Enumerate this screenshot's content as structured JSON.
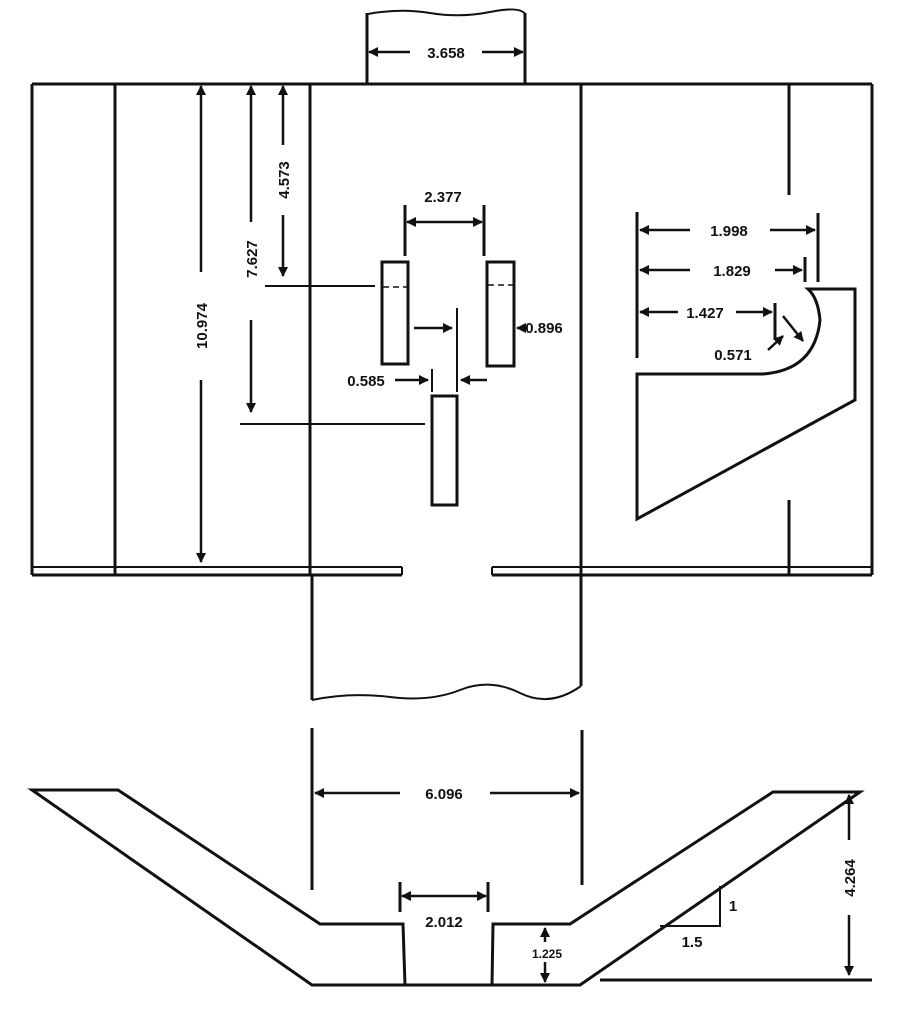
{
  "drawing": {
    "line_color": "#111111",
    "background": "#ffffff",
    "dimensions": {
      "channel_width_top": "3.658",
      "pier_length": "10.974",
      "length_7627": "7.627",
      "length_4573": "4.573",
      "spacing_2377": "2.377",
      "block_width_0896": "0.896",
      "gap_0585": "0.585",
      "length_1998": "1.998",
      "length_1829": "1.829",
      "length_1427": "1.427",
      "radius_0571": "0.571",
      "channel_width_6096": "6.096",
      "bottom_width_2012": "2.012",
      "step_height_1225": "1.225",
      "depth_4264": "4.264",
      "slope_rise": "1",
      "slope_run": "1.5"
    }
  }
}
